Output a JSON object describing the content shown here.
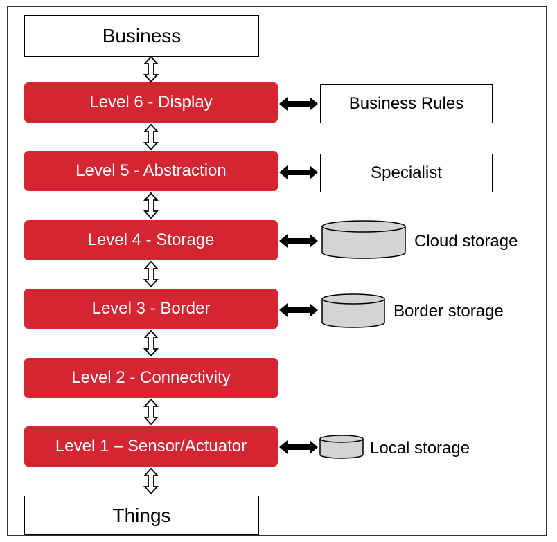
{
  "top_box": {
    "label": "Business"
  },
  "bottom_box": {
    "label": "Things"
  },
  "levels": [
    {
      "label": "Level 6 - Display"
    },
    {
      "label": "Level 5 - Abstraction"
    },
    {
      "label": "Level 4 - Storage"
    },
    {
      "label": "Level 3 - Border"
    },
    {
      "label": "Level 2 - Connectivity"
    },
    {
      "label": "Level 1 – Sensor/Actuator"
    }
  ],
  "side": {
    "business_rules": "Business Rules",
    "specialist": "Specialist",
    "cloud_storage": "Cloud storage",
    "border_storage": "Border storage",
    "local_storage": "Local storage"
  },
  "colors": {
    "level_fill": "#d42533",
    "storage_fill": "#d4d4d4"
  }
}
